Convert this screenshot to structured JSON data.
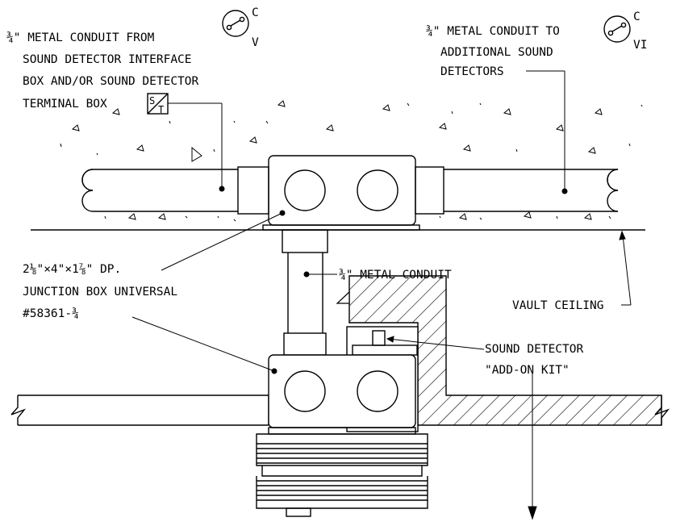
{
  "labels": {
    "conduit_from": [
      "¾\" METAL CONDUIT FROM",
      "SOUND DETECTOR INTERFACE",
      "BOX AND/OR SOUND DETECTOR",
      "TERMINAL BOX"
    ],
    "conduit_to": [
      "¾\" METAL CONDUIT TO",
      "ADDITIONAL SOUND",
      "DETECTORS"
    ],
    "junction_box": [
      "2⅛\"×4\"×1⅞\" DP.",
      "JUNCTION BOX UNIVERSAL",
      "#58361-¾"
    ],
    "metal_conduit": "¾\" METAL CONDUIT",
    "vault_ceiling": "VAULT CEILING",
    "sound_detector": [
      "SOUND DETECTOR",
      "\"ADD-ON KIT\""
    ]
  },
  "symbols": {
    "switch_left": {
      "top": "C",
      "bottom": "V"
    },
    "switch_right": {
      "top": "C",
      "bottom": "VI"
    },
    "terminal_box": {
      "top": "S",
      "bottom": "T"
    }
  }
}
